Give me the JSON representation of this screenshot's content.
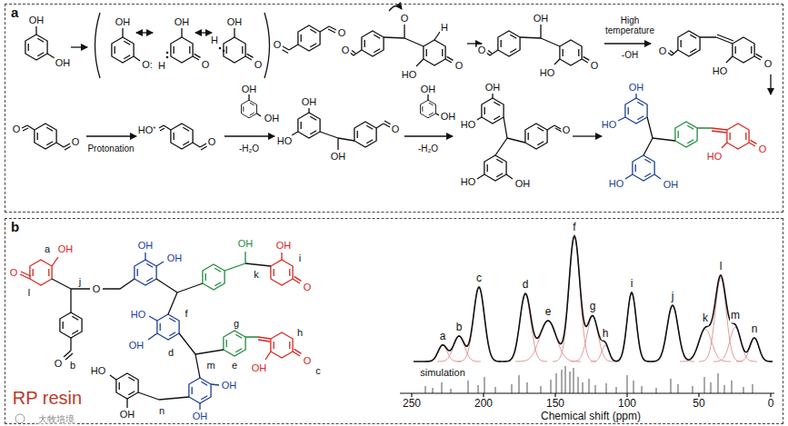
{
  "diagram": {
    "nodes": [
      {
        "text": [
          "a"
        ]
      },
      {
        "text": [
          "b"
        ]
      }
    ],
    "labels": [
      "OH",
      "OH",
      "OH",
      "O:",
      "OH",
      "O",
      "H",
      "OH",
      "H",
      "O",
      "O",
      "O",
      "O",
      "O",
      "H",
      "HO",
      "O",
      "O",
      "OH",
      "HO",
      "O",
      "High temperature",
      "-OH",
      "O",
      "HO",
      "O",
      "O",
      "O",
      "Protonation",
      "HO⁺",
      "O",
      "OH",
      "OH",
      "-H₂O",
      "OH",
      "HO",
      "OH",
      "O",
      "OH",
      "OH",
      "-H₂O",
      "OH",
      "HO",
      "HO",
      "OH",
      "O",
      "HO",
      "OH",
      "HO",
      "OH",
      "HO",
      "O",
      "RP resin",
      "O",
      "OH",
      "a",
      "l",
      "j",
      "O",
      "O",
      "b",
      "OH",
      "OH",
      "OH",
      "k",
      "OH",
      "i",
      "O",
      "HO",
      "f",
      "OH",
      "d",
      "m",
      "e",
      "g",
      "OH",
      "h",
      "O",
      "c",
      "OH",
      "OH",
      "n",
      "HO",
      "OH",
      "a",
      "b",
      "c",
      "d",
      "e",
      "f",
      "g",
      "h",
      "i",
      "j",
      "k",
      "l",
      "m",
      "n",
      "simulation",
      "250",
      "200",
      "150",
      "100",
      "50",
      "0",
      "Chemical shift (ppm)",
      "大牧培境"
    ]
  }
}
